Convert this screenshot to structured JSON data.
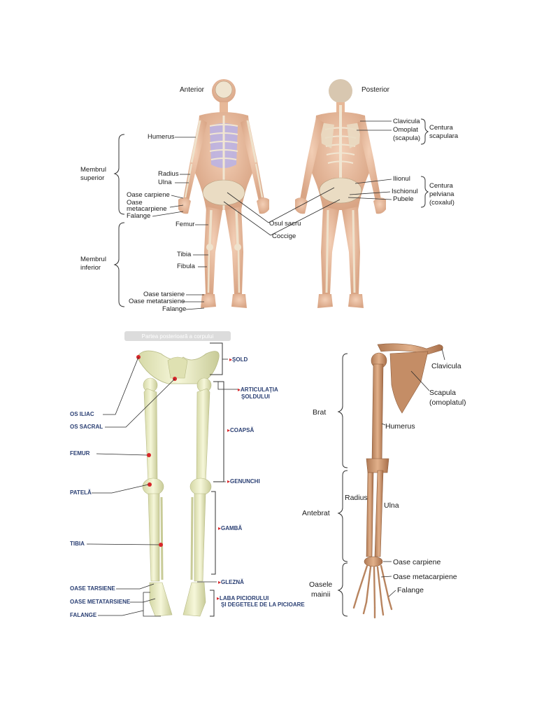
{
  "figure1": {
    "view_anterior": "Anterior",
    "view_posterior": "Posterior",
    "group_upper": [
      "Membrul",
      "superior"
    ],
    "group_lower": [
      "Membrul",
      "inferior"
    ],
    "left_labels": {
      "humerus": "Humerus",
      "radius": "Radius",
      "ulna": "Ulna",
      "carpiene": "Oase carpiene",
      "metacarpiene_1": "Oase",
      "metacarpiene_2": "metacarpiene",
      "falange": "Falange",
      "femur": "Femur",
      "tibia": "Tibia",
      "fibula": "Fibula",
      "tarsiene": "Oase tarsiene",
      "metatarsiene": "Oase metatarsiene",
      "falange_foot": "Falange"
    },
    "center_labels": {
      "sacru": "Osul sacru",
      "coccige": "Coccige"
    },
    "right_labels": {
      "clavicula": "Clavicula",
      "omoplat_1": "Omoplat",
      "omoplat_2": "(scapula)",
      "ilionul": "Ilionul",
      "ischionul": "Ischionul",
      "pubele": "Pubele"
    },
    "groups_right": {
      "scapular": [
        "Centura",
        "scapulara"
      ],
      "pelvian": [
        "Centura",
        "pelviana",
        "(coxalul)"
      ]
    }
  },
  "figure2": {
    "banner": "Partea posterioară a corpului",
    "left_labels": {
      "os_iliac": "OS ILIAC",
      "os_sacral": "OS SACRAL",
      "femur": "FEMUR",
      "patela": "PATELĂ",
      "tibia": "TIBIA",
      "tarsiene": "OASE TARSIENE",
      "metatarsiene": "OASE METATARSIENE",
      "falange": "FALANGE"
    },
    "right_labels": {
      "sold": "ŞOLD",
      "articulatia_1": "ARTICULAŢIA",
      "articulatia_2": "ŞOLDULUI",
      "coapsa": "COAPSĂ",
      "genunchi": "GENUNCHI",
      "gamba": "GAMBĂ",
      "glezna": "GLEZNĂ",
      "laba_1": "LABA PICIORULUI",
      "laba_2": "ŞI DEGETELE DE LA PICIOARE"
    },
    "colors": {
      "label_blue": "#2a3f73",
      "marker_red": "#d8262a",
      "bone": "#eef0c6"
    }
  },
  "figure3": {
    "clavicula": "Clavicula",
    "scapula_1": "Scapula",
    "scapula_2": "(omoplatul)",
    "humerus": "Humerus",
    "radius": "Radius",
    "ulna": "Ulna",
    "carpiene": "Oase carpiene",
    "metacarpiene": "Oase metacarpiene",
    "falange": "Falange",
    "brat": "Brat",
    "antebrat": "Antebrat",
    "oasele_1": "Oasele",
    "oasele_2": "mainii",
    "colors": {
      "bone": "#c9936c"
    }
  }
}
